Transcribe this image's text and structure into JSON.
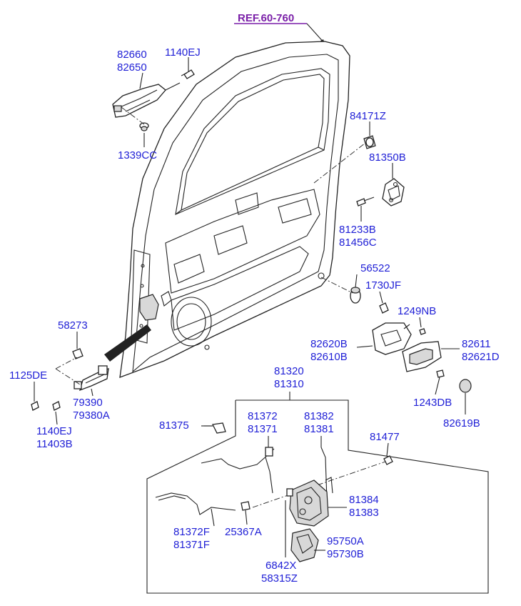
{
  "reference": "REF.60-760",
  "labels": {
    "l82660": "82660",
    "l82650": "82650",
    "l1140EJ_top": "1140EJ",
    "l1339CC": "1339CC",
    "l84171Z": "84171Z",
    "l81350B": "81350B",
    "l81233B": "81233B",
    "l81456C": "81456C",
    "l56522": "56522",
    "l1730JF": "1730JF",
    "l1249NB": "1249NB",
    "l82620B": "82620B",
    "l82610B": "82610B",
    "l82611": "82611",
    "l82621D": "82621D",
    "l1243DB": "1243DB",
    "l82619B": "82619B",
    "l58273": "58273",
    "l1125DE": "1125DE",
    "l79390": "79390",
    "l79380A": "79380A",
    "l1140EJ_bot": "1140EJ",
    "l11403B": "11403B",
    "l81320": "81320",
    "l81310": "81310",
    "l81375": "81375",
    "l81372": "81372",
    "l81371": "81371",
    "l81382": "81382",
    "l81381": "81381",
    "l81477": "81477",
    "l81384": "81384",
    "l81383": "81383",
    "l81372F": "81372F",
    "l81371F": "81371F",
    "l25367A": "25367A",
    "l95750A": "95750A",
    "l95730B": "95730B",
    "l6842X": "6842X",
    "l58315Z": "58315Z"
  },
  "colors": {
    "label": "#1f1fd6",
    "reference": "#7a1fa8",
    "line": "#222222"
  }
}
